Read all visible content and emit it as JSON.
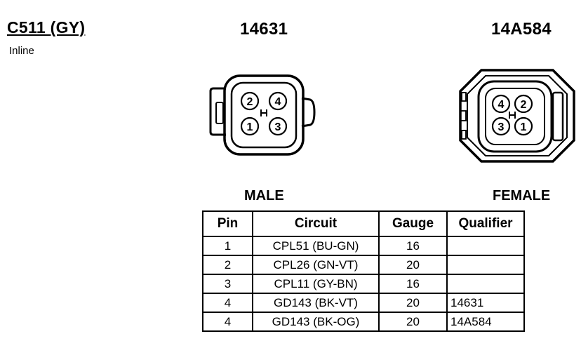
{
  "connector": {
    "id": "C511 (GY)",
    "location": "Inline"
  },
  "parts": {
    "male_number": "14631",
    "female_number": "14A584",
    "male_label": "MALE",
    "female_label": "FEMALE"
  },
  "male_pins": [
    "2",
    "4",
    "1",
    "3"
  ],
  "female_pins": [
    "4",
    "2",
    "3",
    "1"
  ],
  "table": {
    "headers": [
      "Pin",
      "Circuit",
      "Gauge",
      "Qualifier"
    ],
    "rows": [
      {
        "pin": "1",
        "circuit": "CPL51 (BU-GN)",
        "gauge": "16",
        "qualifier": ""
      },
      {
        "pin": "2",
        "circuit": "CPL26 (GN-VT)",
        "gauge": "20",
        "qualifier": ""
      },
      {
        "pin": "3",
        "circuit": "CPL11 (GY-BN)",
        "gauge": "16",
        "qualifier": ""
      },
      {
        "pin": "4",
        "circuit": "GD143 (BK-VT)",
        "gauge": "20",
        "qualifier": "14631"
      },
      {
        "pin": "4",
        "circuit": "GD143 (BK-OG)",
        "gauge": "20",
        "qualifier": "14A584"
      }
    ]
  }
}
